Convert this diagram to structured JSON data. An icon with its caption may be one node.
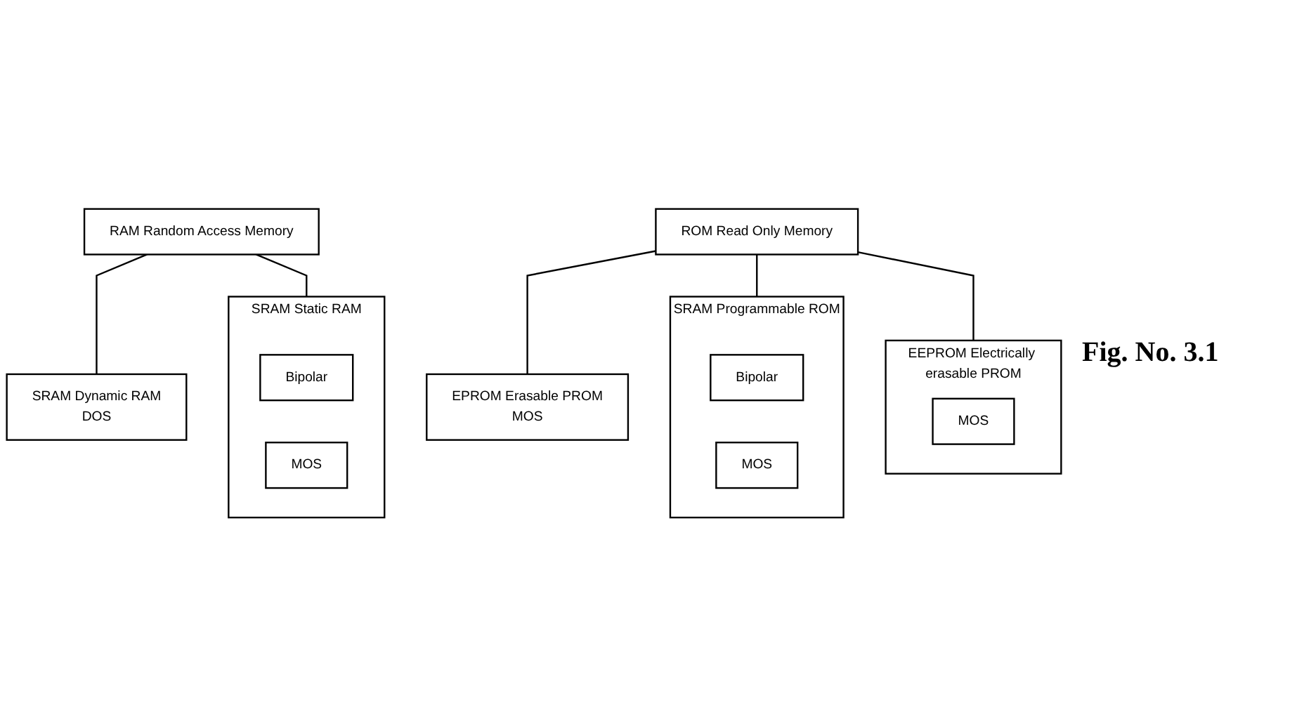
{
  "diagram": {
    "caption": "Fig. No. 3.1",
    "nodes": [
      {
        "text": [
          "RAM Random Access Memory"
        ]
      },
      {
        "text": [
          "SRAM Static RAM"
        ]
      },
      {
        "text": [
          "Bipolar"
        ],
        "in": 1
      },
      {
        "text": [
          "MOS"
        ],
        "in": 1
      },
      {
        "text": [
          "SRAM Dynamic RAM",
          "DOS"
        ]
      },
      {
        "text": [
          "ROM Read Only Memory"
        ]
      },
      {
        "text": [
          "SRAM Programmable ROM"
        ]
      },
      {
        "text": [
          "Bipolar"
        ],
        "in": 6
      },
      {
        "text": [
          "MOS"
        ],
        "in": 6
      },
      {
        "text": [
          "EPROM Erasable PROM",
          "MOS"
        ]
      },
      {
        "text": [
          "EEPROM Electrically erasable PROM"
        ]
      },
      {
        "text": [
          "MOS"
        ],
        "in": 10
      }
    ],
    "edges": [
      {
        "from": 0,
        "to": 1,
        "arrow": "none"
      },
      {
        "from": 0,
        "to": 4,
        "arrow": "none"
      },
      {
        "from": 5,
        "to": 6,
        "arrow": "none"
      },
      {
        "from": 5,
        "to": 9,
        "arrow": "none"
      },
      {
        "from": 5,
        "to": 10,
        "arrow": "none"
      }
    ]
  }
}
